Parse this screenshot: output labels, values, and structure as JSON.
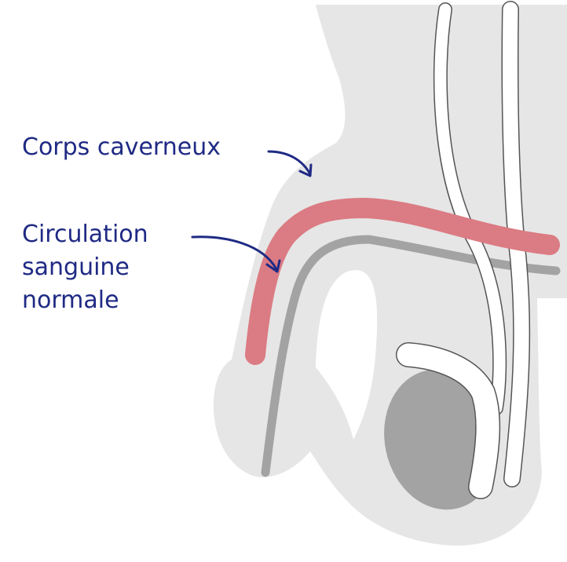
{
  "labels": {
    "corps_caverneux": "Corps caverneux",
    "circulation_line1": "Circulation",
    "circulation_line2": "sanguine",
    "circulation_line3": "normale"
  },
  "colors": {
    "tissue": "#e6e6e6",
    "organ": "#a3a3a3",
    "duct": "#ffffff",
    "blood": "#db7b83",
    "text": "#1f2a84"
  }
}
